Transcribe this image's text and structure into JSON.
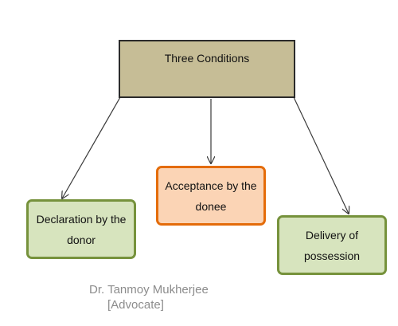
{
  "diagram": {
    "root": {
      "label": "Three Conditions"
    },
    "children": [
      {
        "label": "Declaration by the donor"
      },
      {
        "label": "Acceptance by the donee"
      },
      {
        "label": "Delivery of possession"
      }
    ],
    "colors": {
      "root_fill": "#c6bd96",
      "root_border": "#2b2b2b",
      "green_fill": "#d7e4be",
      "green_border": "#76923c",
      "orange_fill": "#fbd4b5",
      "orange_border": "#e46c0a",
      "arrow": "#3a3a3a"
    }
  },
  "author": {
    "name": "Dr. Tanmoy Mukherjee",
    "title": "[Advocate]"
  }
}
